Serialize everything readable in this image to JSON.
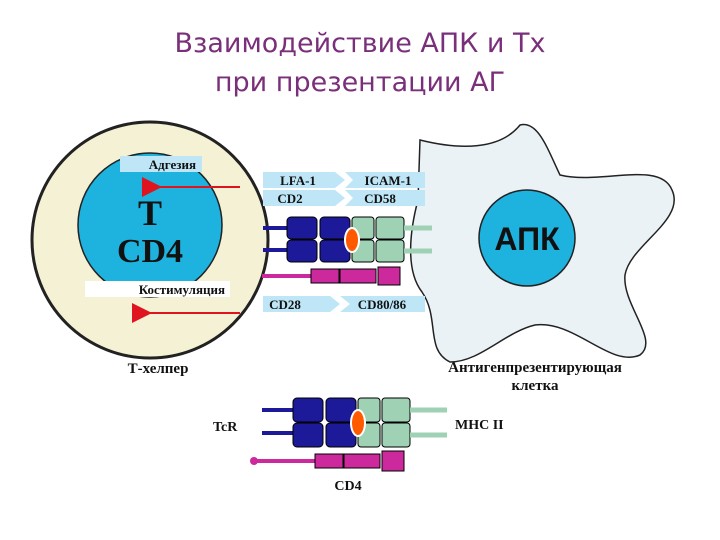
{
  "title": {
    "line1": "Взаимодействие АПК и Тх",
    "line2": "при презентации АГ"
  },
  "t_cell": {
    "letter": "T",
    "marker": "CD4",
    "caption": "Т-хелпер",
    "adhesion_label": "Адгезия",
    "costim_label": "Костимуляция"
  },
  "apc": {
    "label": "АПК",
    "caption_line1": "Антигенпрезентирующая",
    "caption_line2": "клетка"
  },
  "molecules": {
    "lfa1": "LFA-1",
    "cd2": "CD2",
    "icam1": "ICAM-1",
    "cd58": "CD58",
    "cd28": "CD28",
    "cd80_86": "CD80/86"
  },
  "legend": {
    "tcr": "TcR",
    "mhc": "MHC II",
    "cd4": "CD4"
  },
  "colors": {
    "title": "#7a2f7a",
    "cell_outer": "#f5f1d4",
    "cell_core": "#1eb2de",
    "apc_body": "#eaf2f6",
    "tcr": "#1c1a98",
    "mhc": "#9fd1b4",
    "antigen": "#ff5a00",
    "cd4_bar": "#cc2a9c",
    "arrow": "#e0141e",
    "band": "#bfe6f7"
  }
}
